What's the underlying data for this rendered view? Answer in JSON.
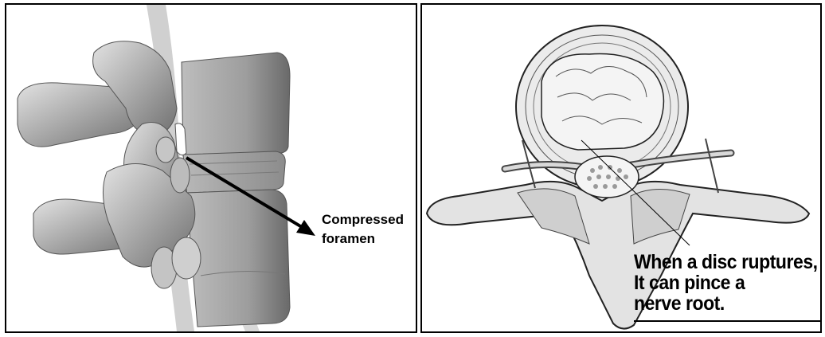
{
  "left_panel": {
    "annotation_lines": [
      "Compressed",
      "foramen"
    ]
  },
  "right_panel": {
    "caption_lines": [
      "When a disc ruptures,",
      "It can pince a",
      "nerve root."
    ]
  }
}
